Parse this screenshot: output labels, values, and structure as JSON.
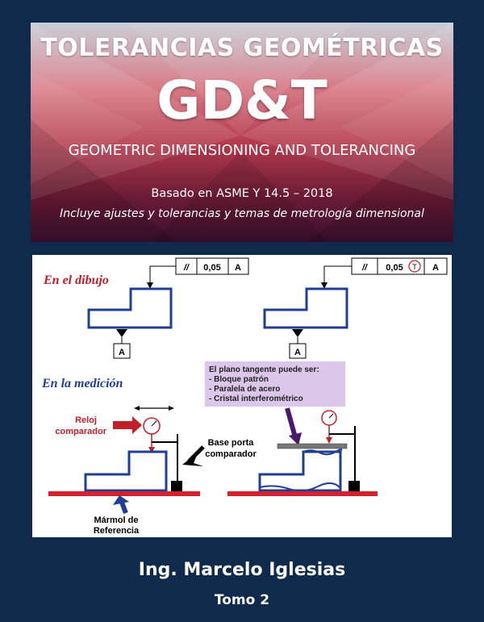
{
  "cover": {
    "title": "TOLERANCIAS GEOMÉTRICAS",
    "acronym": "GD&T",
    "subtitle": "GEOMETRIC DIMENSIONING AND TOLERANCING",
    "based_on": "Basado en ASME Y 14.5 – 2018",
    "includes": "Incluye ajustes y tolerancias y temas de metrología dimensional",
    "author": "Ing. Marcelo Iglesias",
    "volume": "Tomo 2"
  },
  "figure": {
    "label_drawing": "En el dibujo",
    "label_measurement": "En la medición",
    "fcf_left": {
      "symbol": "//",
      "value": "0,05",
      "datum": "A"
    },
    "fcf_right": {
      "symbol": "//",
      "value": "0,05",
      "modifier": "T",
      "datum": "A"
    },
    "datum_left": "A",
    "datum_right": "A",
    "note_lines": [
      "El plano tangente puede ser:",
      "- Bloque patrón",
      "- Paralela de acero",
      "- Cristal interferométrico"
    ],
    "reloj_1": "Reloj",
    "reloj_2": "comparador",
    "base_1": "Base porta",
    "base_2": "comparador",
    "marmol_1": "Mármol de",
    "marmol_2": "Referencia"
  },
  "colors": {
    "background": "#0f2a4a",
    "part_outline": "#1f3f95",
    "reference_red": "#d5202f",
    "label_red": "#c0202a",
    "note_bg": "#dcc6ea"
  }
}
